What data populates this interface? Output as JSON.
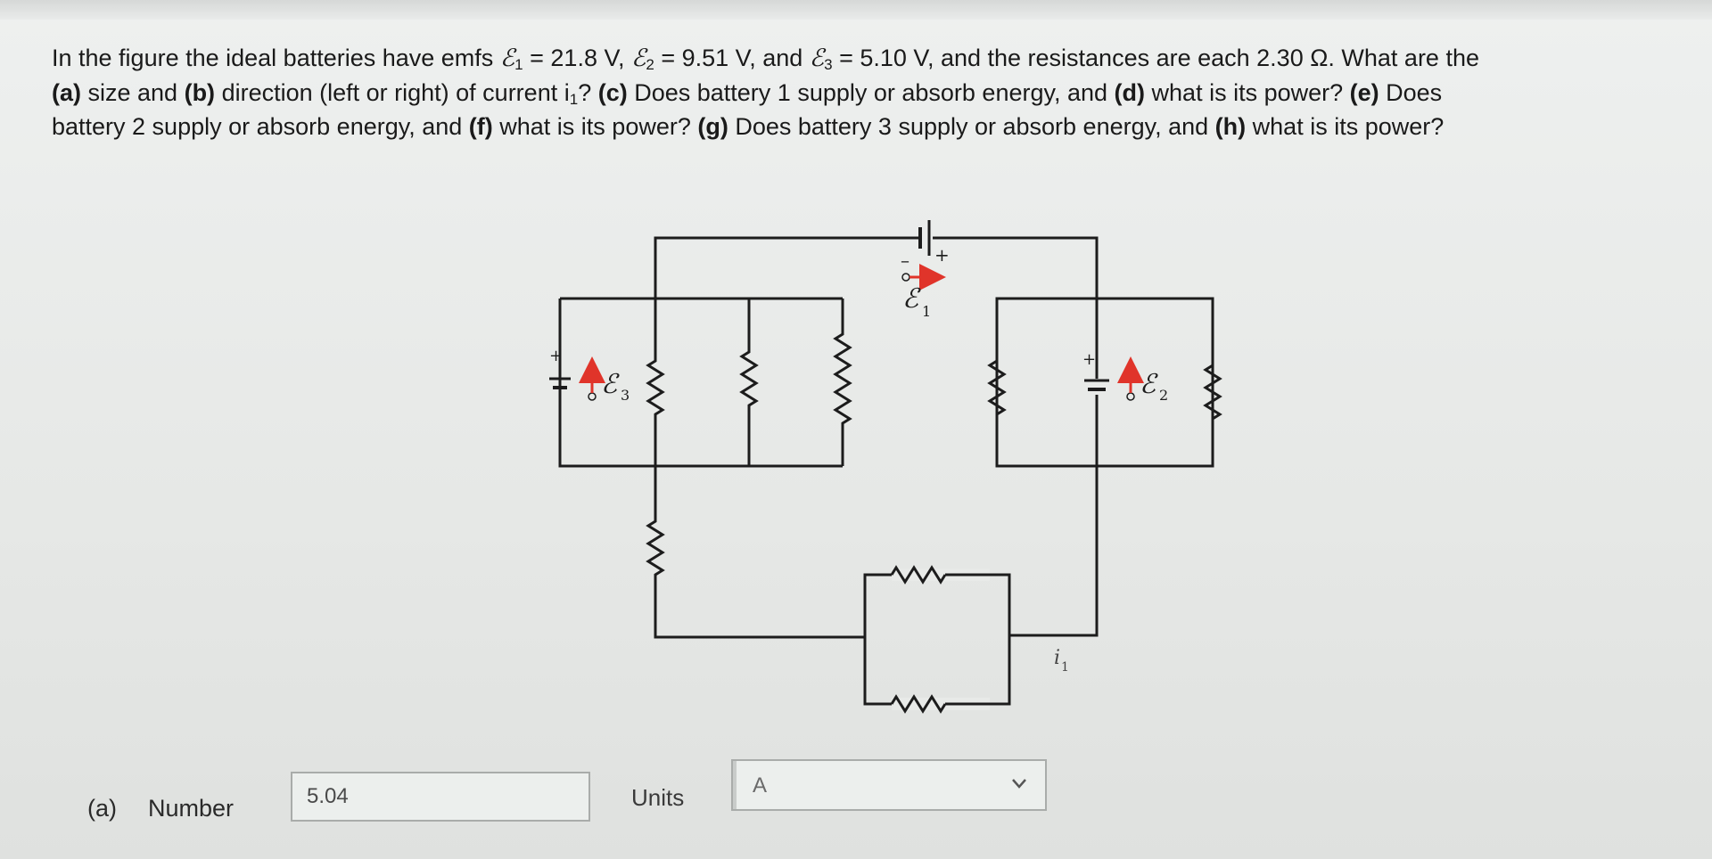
{
  "question": {
    "line1": {
      "intro": "In the figure the ideal batteries have emfs",
      "emf1_symbol": "ℰ",
      "emf1_sub": "1",
      "emf1_value": " = 21.8 V,",
      "emf2_symbol": "ℰ",
      "emf2_sub": "2",
      "emf2_value": " = 9.51 V, and",
      "emf3_symbol": "ℰ",
      "emf3_sub": "3",
      "emf3_value": " = 5.10 V, and the resistances are each 2.30 Ω. What are the"
    },
    "line2": {
      "a_label": "(a)",
      "a_text": " size and ",
      "b_label": "(b)",
      "b_text": " direction (left or right) of current i",
      "i_sub": "1",
      "b_text2": "? ",
      "c_label": "(c)",
      "c_text": " Does battery 1 supply or absorb energy, and ",
      "d_label": "(d)",
      "d_text": " what is its power? ",
      "e_label": "(e)",
      "e_text": " Does"
    },
    "line3": {
      "text1": "battery 2 supply or absorb energy, and ",
      "f_label": "(f)",
      "text2": " what is its power? ",
      "g_label": "(g)",
      "text3": " Does battery 3 supply or absorb energy, and ",
      "h_label": "(h)",
      "text4": " what is its power?"
    }
  },
  "figure": {
    "emf1_label": "ℰ",
    "emf1_sub": "1",
    "emf2_label": "ℰ",
    "emf2_sub": "2",
    "emf3_label": "ℰ",
    "emf3_sub": "3",
    "current_label": "i",
    "current_sub": "1",
    "plus": "+",
    "arrow_color": "#e0342a"
  },
  "answer": {
    "part": "(a)",
    "number_label": "Number",
    "number_value": "5.04",
    "units_label": "Units",
    "units_value": "A"
  }
}
